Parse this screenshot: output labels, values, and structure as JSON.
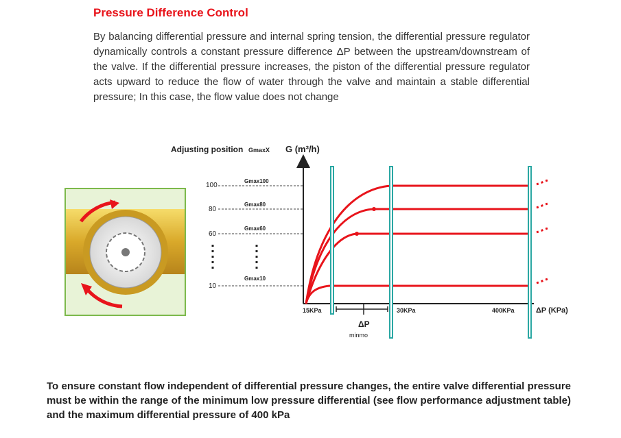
{
  "heading": "Pressure Difference Control",
  "intro": "By balancing differential pressure and internal spring tension, the differential pressure regulator dynamically controls a constant pressure difference ΔP between the upstream/downstream of the valve. If the differential pressure increases, the piston of the differential pressure regulator acts upward to reduce the flow of water through the valve and maintain a stable differential pressure; In this case, the flow value does not change",
  "figure": {
    "adjusting_label": "Adjusting position",
    "gmax_label": "GmaxX",
    "gaxis_label": "G (m³/h)",
    "pos_labels": [
      "100",
      "80",
      "60",
      "10"
    ],
    "gmax_labels": [
      "Gmax100",
      "Gmax80",
      "Gmax60",
      "Gmax10"
    ],
    "x_labels": [
      "15KPa",
      "30KPa",
      "400KPa"
    ],
    "x_axis_label": "ΔP (KPa)",
    "dp_label": "ΔP",
    "dp_sub": "minmo",
    "colors": {
      "curve": "#e8141b",
      "marker": "#2aa7a3",
      "axis": "#222222"
    }
  },
  "footer": "To ensure constant flow independent of differential pressure changes, the entire valve differential pressure must be within the range of the minimum low pressure differential (see flow performance adjustment table) and the maximum differential pressure of 400 kPa"
}
